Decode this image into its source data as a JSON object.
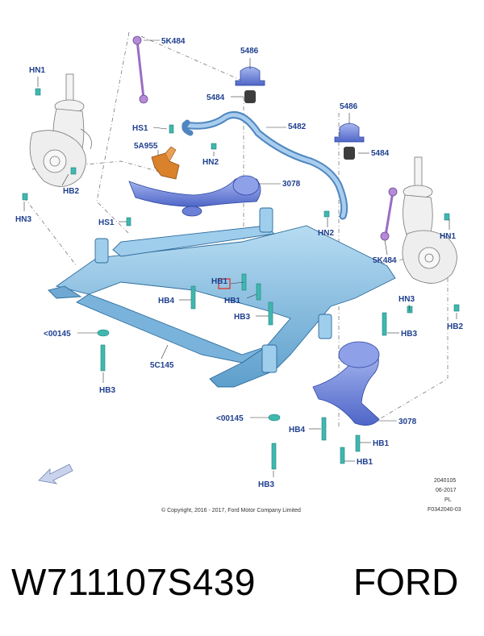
{
  "labels": {
    "sk484_top": "5K484",
    "n5486_top": "5486",
    "n5484_top": "5484",
    "n5482": "5482",
    "n5486_right": "5486",
    "n5484_right": "5484",
    "hn1_left": "HN1",
    "hs1_top": "HS1",
    "n5a955": "5A955",
    "hn2_top": "HN2",
    "hb2_left": "HB2",
    "hn3_left": "HN3",
    "n3078_top": "3078",
    "hs1_mid": "HS1",
    "hn2_right": "HN2",
    "hn1_right": "HN1",
    "sk484_right": "5K484",
    "hb1_a": "HB1",
    "hb1_b": "HB1",
    "hb4_left": "HB4",
    "hb3_mid": "HB3",
    "hn3_right": "HN3",
    "hb3_right": "HB3",
    "hb2_right": "HB2",
    "n00145_left": "<00145",
    "n5c145": "5C145",
    "hb3_left": "HB3",
    "n00145_bottom": "<00145",
    "hb4_bottom": "HB4",
    "n3078_bottom": "3078",
    "hb1_c": "HB1",
    "hb1_d": "HB1",
    "hb3_bottom": "HB3"
  },
  "info_block": {
    "line1": "2040105",
    "line2": "06-2017",
    "line3": "PL",
    "line4": "F0342040-03"
  },
  "copyright": "© Copyright, 2016 - 2017, Ford Motor Company Limited",
  "caption": {
    "part_number": "W711107S439",
    "brand": "FORD"
  },
  "colors": {
    "subframe": "#8fc6e8",
    "subframe_dark": "#5a9cc8",
    "highlight_blue": "#4e6fd6",
    "stabilizer": "#6fa8dc",
    "link_purple": "#a070c8",
    "bracket_orange": "#d9822b",
    "fastener_teal": "#3fb8b0",
    "bushing_dark": "#444444",
    "label_blue": "#1f3f8f",
    "highlight_box": "#e0281e"
  }
}
